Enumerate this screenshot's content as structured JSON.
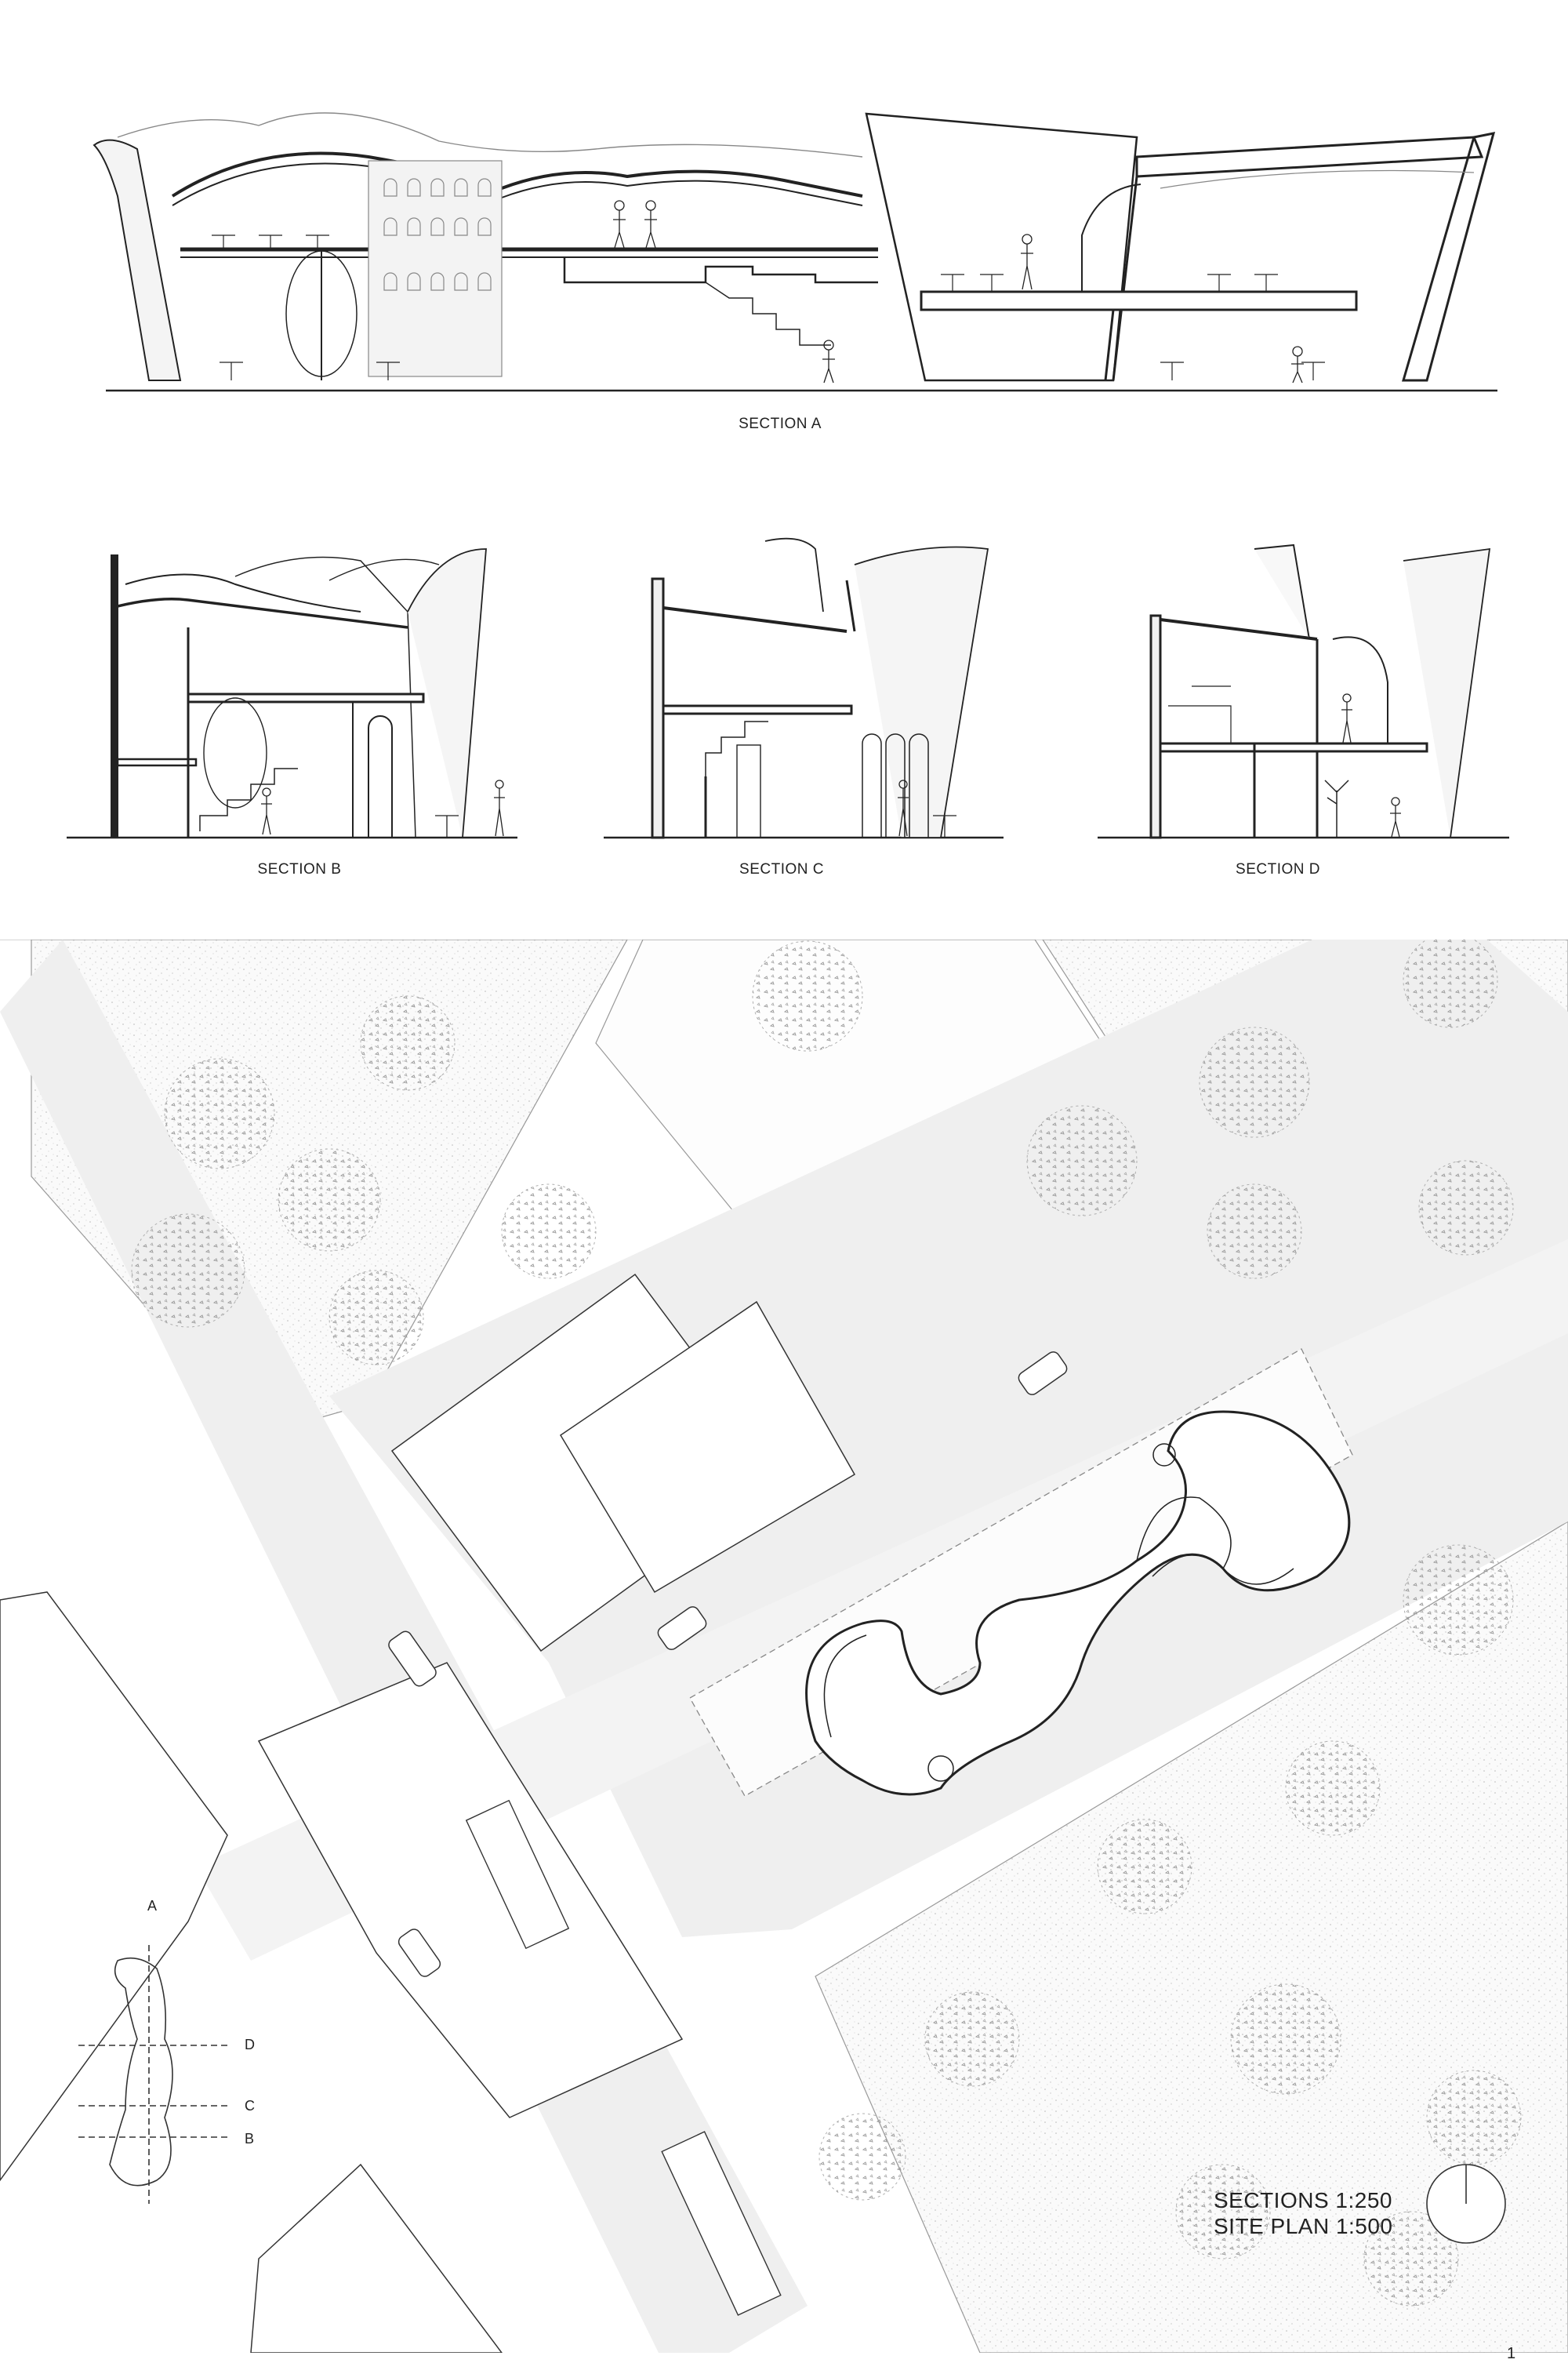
{
  "sections": {
    "a": "SECTION A",
    "b": "SECTION B",
    "c": "SECTION C",
    "d": "SECTION D"
  },
  "key_plan": {
    "a": "A",
    "b": "B",
    "c": "C",
    "d": "D"
  },
  "scales": {
    "sections": "SECTIONS 1:250",
    "site_plan": "SITE PLAN 1:500"
  },
  "page_number": "1",
  "colors": {
    "line": "#222222",
    "road": "#efefef",
    "site_fill": "#ffffff",
    "hatch": "#bdbdbd"
  }
}
